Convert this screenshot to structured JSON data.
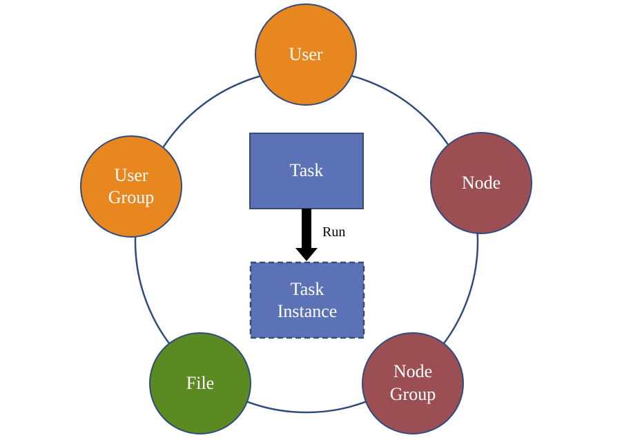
{
  "colors": {
    "ring": "#2f4a7d",
    "user_fill": "#e8861f",
    "user_stroke": "#2e4a80",
    "node_fill": "#9b4f52",
    "node_stroke": "#2e4a80",
    "file_fill": "#5b8a22",
    "file_stroke": "#2e4a80",
    "task_fill": "#5b72b6",
    "task_stroke": "#35497a",
    "arrow": "#000000",
    "text_light": "#ffffff",
    "text_dark": "#000000"
  },
  "nodes": {
    "user": {
      "line1": "User"
    },
    "user_group": {
      "line1": "User",
      "line2": "Group"
    },
    "node": {
      "line1": "Node"
    },
    "node_group": {
      "line1": "Node",
      "line2": "Group"
    },
    "file": {
      "line1": "File"
    }
  },
  "center": {
    "task": {
      "line1": "Task"
    },
    "task_instance": {
      "line1": "Task",
      "line2": "Instance"
    },
    "edge_label": "Run"
  }
}
